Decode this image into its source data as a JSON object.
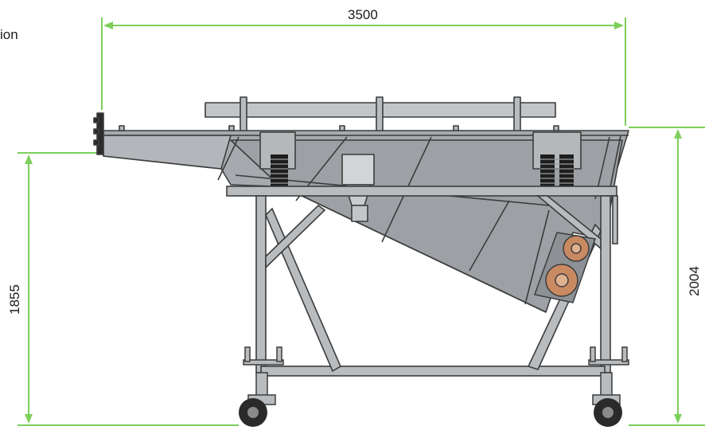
{
  "caption_fragment": "ion",
  "dimensions": {
    "overall_length": "3500",
    "left_height": "1855",
    "right_height": "2004"
  },
  "colors": {
    "dimension_line": "#7ccf5b",
    "frame_fill": "#b9bcbf",
    "frame_stroke": "#3c3c3c",
    "deck_fill": "#9da1a5",
    "deck_dark": "#868a8f",
    "motor_fill": "#c98a62",
    "wheel_fill": "#2a2a2a",
    "spring_fill": "#1e1e1e"
  }
}
